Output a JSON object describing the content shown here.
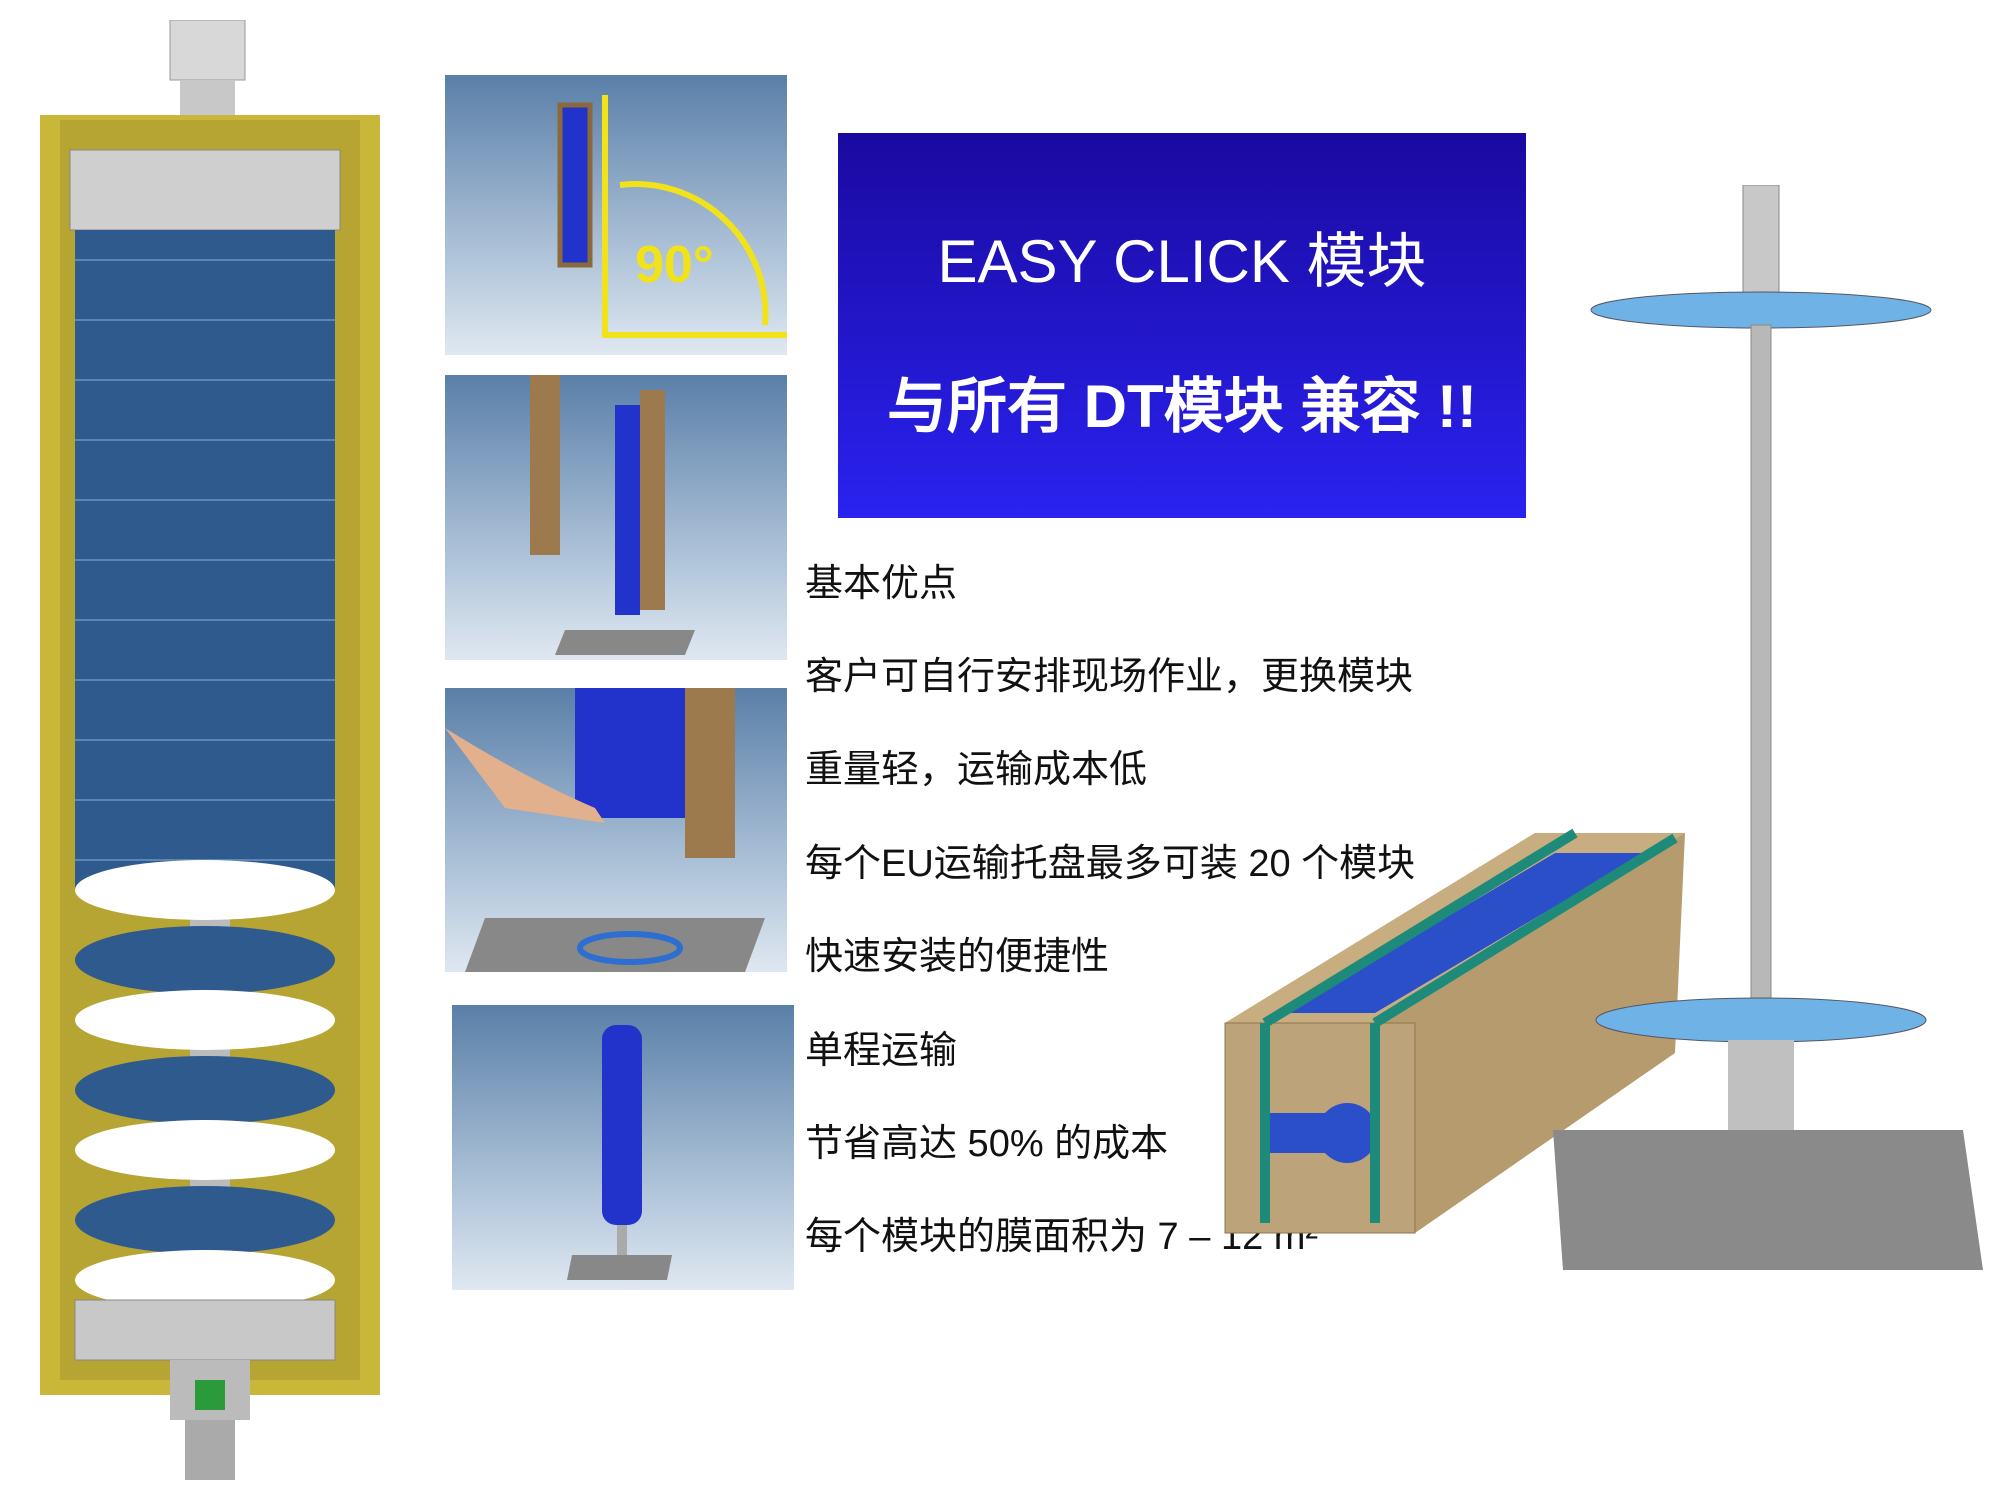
{
  "banner": {
    "title": "EASY CLICK 模块",
    "subtitle": "与所有 DT模块 兼容 !!",
    "colors": {
      "top": "#1a0aa0",
      "bottom": "#2a22f0"
    }
  },
  "rotation_label": "90°",
  "features": [
    "基本优点",
    "客户可自行安排现场作业，更换模块",
    "重量轻，运输成本低",
    "每个EU运输托盘最多可装 20 个模块",
    "快速安装的便捷性",
    "单程运输",
    "节省高达 50% 的成本",
    "每个模块的膜面积为 7 – 12 m²"
  ]
}
